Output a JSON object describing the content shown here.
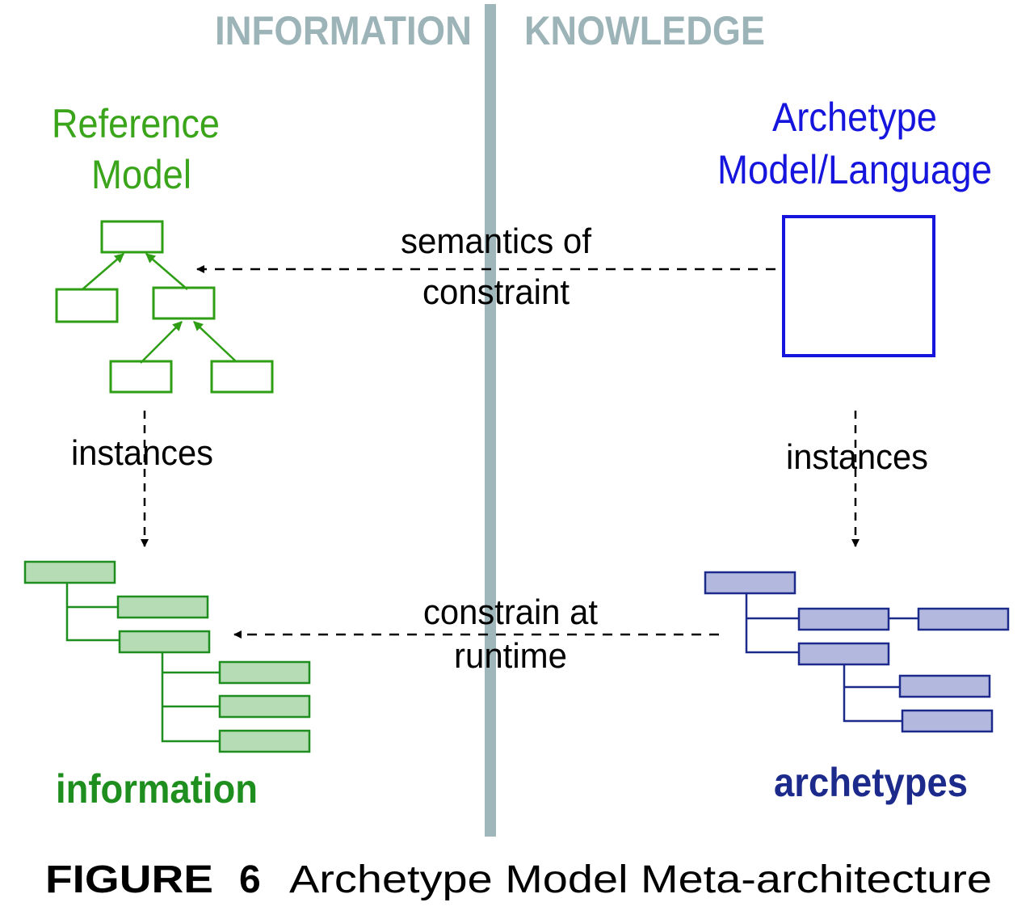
{
  "header": {
    "left_label": "INFORMATION",
    "right_label": "KNOWLEDGE"
  },
  "reference_model": {
    "title_line1": "Reference",
    "title_line2": "Model"
  },
  "archetype_model": {
    "title_line1": "Archetype",
    "title_line2": "Model/Language"
  },
  "arrows": {
    "semantics_line1": "semantics of",
    "semantics_line2": "constraint",
    "instances_left": "instances",
    "instances_right": "instances",
    "constrain_line1": "constrain at",
    "constrain_line2": "runtime"
  },
  "bottom": {
    "information_label": "information",
    "archetypes_label": "archetypes"
  },
  "caption": {
    "figure_label": "FIGURE",
    "figure_number": "6",
    "title": "Archetype Model Meta-architecture"
  },
  "colors": {
    "header_gray": "#9cb4b8",
    "divider": "#9fb7ba",
    "green_text": "#3aa51a",
    "green_stroke": "#2e9e15",
    "green_dark": "#1e8e1e",
    "green_fill": "#b6dcb6",
    "blue_text": "#1515dd",
    "blue_stroke": "#2a2fa6",
    "blue_dark": "#1c2a8c",
    "blue_fill": "#b3b8df"
  }
}
